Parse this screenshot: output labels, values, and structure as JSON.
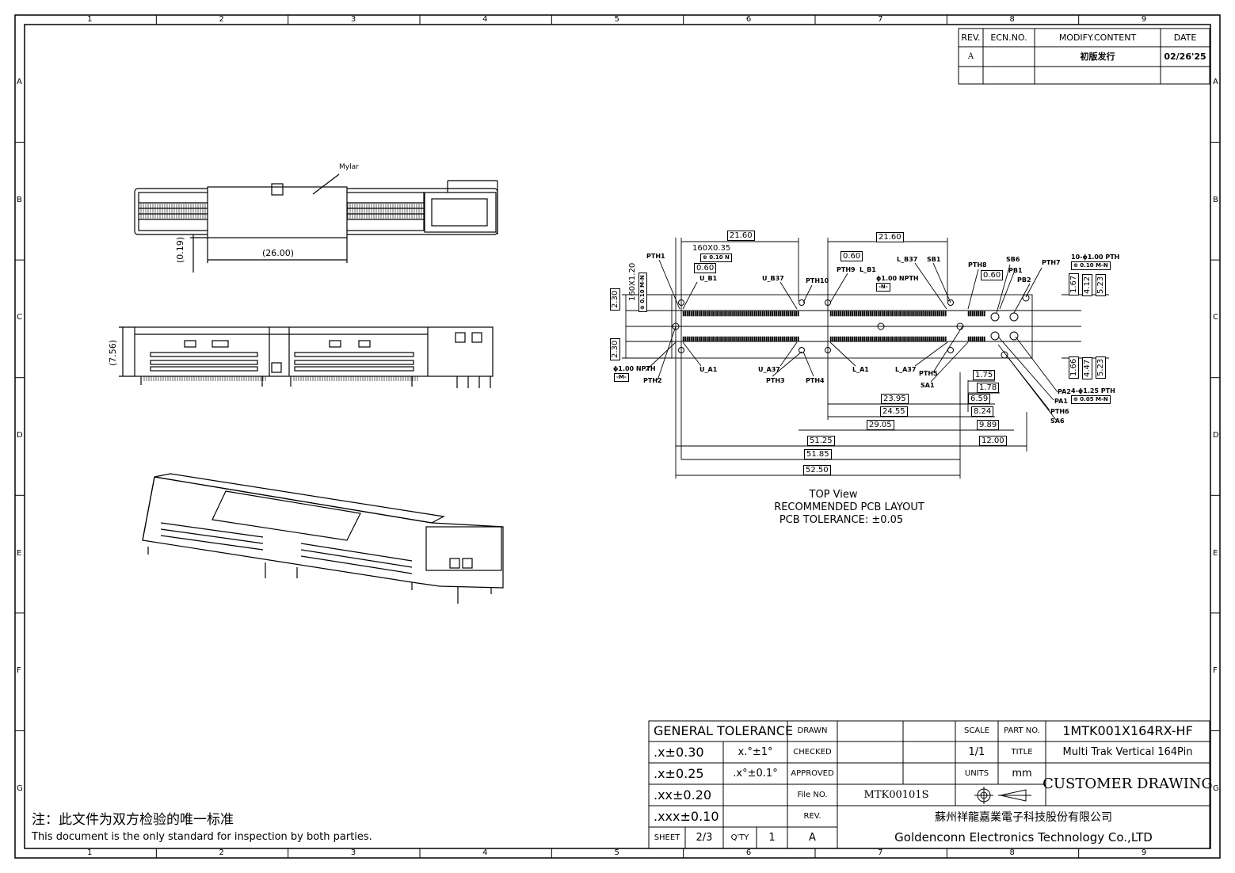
{
  "border": {
    "top_zones": [
      "1",
      "2",
      "3",
      "4",
      "5",
      "6",
      "7",
      "8",
      "9"
    ],
    "side_zones": [
      "A",
      "B",
      "C",
      "D",
      "E",
      "F",
      "G"
    ]
  },
  "revision_table": {
    "headers": [
      "REV.",
      "ECN.NO.",
      "MODIFY.CONTENT",
      "DATE"
    ],
    "rows": [
      {
        "rev": "A",
        "ecn": "",
        "content": "初版发行",
        "date": "02/26'25"
      }
    ]
  },
  "side_view": {
    "mylar_label": "Mylar",
    "dim_width": "(26.00)",
    "dim_offset": "(0.19)"
  },
  "front_view": {
    "dim_height": "(7.56)"
  },
  "pcb_layout": {
    "labels": {
      "pth1": "PTH1",
      "pth2": "PTH2",
      "pth3": "PTH3",
      "pth4": "PTH4",
      "pth5": "PTH5",
      "pth6": "PTH6",
      "pth7": "PTH7",
      "pth8": "PTH8",
      "pth9": "PTH9",
      "pth10": "PTH10",
      "u_b1": "U_B1",
      "u_b37": "U_B37",
      "u_a1": "U_A1",
      "u_a37": "U_A37",
      "l_b1": "L_B1",
      "l_b37": "L_B37",
      "l_a1": "L_A1",
      "l_a37": "L_A37",
      "sb1": "SB1",
      "sb6": "SB6",
      "sa1": "SA1",
      "sa6": "SA6",
      "pa1": "PA1",
      "pa2": "PA2",
      "pb1": "PB1",
      "pb2": "PB2",
      "npth_left": "ϕ1.00 NPTH",
      "npth_left_datum": "-M-",
      "npth_mid": "ϕ1.00 NPTH",
      "npth_mid_datum": "-N-",
      "holes_top": "10-ϕ1.00 PTH",
      "holes_top_tol": "⊕ 0.10 M-N",
      "holes_bot": "4-ϕ1.25 PTH",
      "holes_bot_tol": "⊕ 0.05 M-N",
      "pads": "160X0.35",
      "pads_tol": "⊕ 0.10 N",
      "pads_v": "160X1.20",
      "pads_v_tol": "⊕ 0.10 M-N"
    },
    "dims": {
      "d2160a": "21.60",
      "d2160b": "21.60",
      "d060a": "0.60",
      "d060b": "0.60",
      "d060c": "0.60",
      "d230a": "2.30",
      "d230b": "2.30",
      "d167": "1.67",
      "d412": "4.12",
      "d523a": "5.23",
      "d166": "1.66",
      "d447": "4.47",
      "d523b": "5.23",
      "d175": "1.75",
      "d178": "1.78",
      "d659": "6.59",
      "d824": "8.24",
      "d989": "9.89",
      "d1200": "12.00",
      "d2395": "23.95",
      "d2455": "24.55",
      "d2905": "29.05",
      "d5125": "51.25",
      "d5185": "51.85",
      "d5250": "52.50"
    },
    "caption": [
      "TOP View",
      "RECOMMENDED PCB LAYOUT",
      "PCB TOLERANCE: ±0.05"
    ]
  },
  "title_block": {
    "general_tolerance": "GENERAL TOLERANCE",
    "tolerances": [
      ".x±0.30",
      ".x±0.25",
      ".xx±0.20",
      ".xxx±0.10"
    ],
    "angle_tol": [
      "x.°±1°",
      ".x°±0.1°"
    ],
    "drawn": "DRAWN",
    "checked": "CHECKED",
    "approved": "APPROVED",
    "file_no_label": "File NO.",
    "file_no": "MTK00101S",
    "rev_label": "REV.",
    "rev": "A",
    "sheet_label": "SHEET",
    "sheet": "2/3",
    "qty_label": "Q'TY",
    "qty": "1",
    "scale_label": "SCALE",
    "scale": "1/1",
    "units_label": "UNITS",
    "units": "mm",
    "part_no_label": "PART NO.",
    "part_no": "1MTK001X164RX-HF",
    "title_label": "TITLE",
    "title": "Multi Trak Vertical 164Pin",
    "drawing_type": "CUSTOMER DRAWING",
    "company_cn": "蘇州祥龍嘉業電子科技股份有限公司",
    "company_en": "Goldenconn Electronics Technology Co.,LTD"
  },
  "note": {
    "cn": "注：此文件为双方检验的唯一标准",
    "en": "This document is the only standard for inspection by both parties."
  }
}
